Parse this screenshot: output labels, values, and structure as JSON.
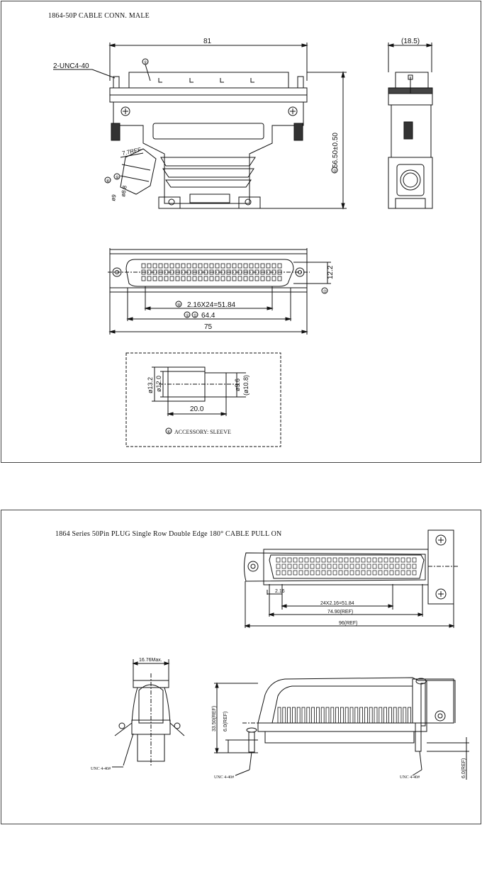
{
  "sheet1": {
    "title": "1864-50P CABLE CONN. MALE",
    "dims": {
      "width": "81",
      "side_width": "(18.5)",
      "screw": "2-UNC4-40",
      "height": "56.50±0.50",
      "cable": "7.7REF",
      "cable_d": "ø8.8",
      "cable_d2": "ø9",
      "bottom_height": "12.2",
      "pitch": "2.16X24=51.84",
      "pin_span": "64.4",
      "overall": "75",
      "sleeve_d1": "ø13.2",
      "sleeve_d2": "ø12.0",
      "sleeve_d3": "ø9.6",
      "sleeve_d4": "(ø10.8)",
      "sleeve_len": "20.0"
    },
    "callouts": {
      "n1": "①",
      "n2": "②",
      "n3": "③",
      "n4": "④",
      "n5": "⑤",
      "n6": "⑥",
      "n7": "⑦",
      "n8": "⑧",
      "n9": "⑨",
      "n10": "⑩"
    },
    "accessory_note": "ACCESSORY: SLEEVE"
  },
  "sheet2": {
    "title": "1864 Series 50Pin PLUG Single Row Double Edge 180°  CABLE PULL ON",
    "dims": {
      "pitch_single": "2.16",
      "pitch_total": "24X2.16=51.84",
      "ref1": "74.90(REF)",
      "ref2": "96(REF)",
      "side_max": "16.76Max.",
      "height_ref": "33.50(REF)",
      "low_ref": "6.0(REF)",
      "right_ref": "6.0(REF)",
      "screw_left": "UNC 4-40#",
      "screw_mid": "UNC 4-40#",
      "screw_right": "UNC 4-40#"
    }
  }
}
